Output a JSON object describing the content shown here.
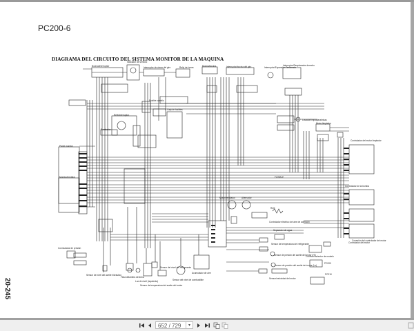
{
  "viewer": {
    "current_page": "652",
    "total_pages": "729",
    "page_indicator": "652 / 729",
    "icons": {
      "first": "first-page-icon",
      "prev": "previous-page-icon",
      "next": "next-page-icon",
      "last": "last-page-icon",
      "copy": "copy-icon",
      "fit": "fit-page-icon",
      "dropdown": "chevron-down-icon"
    }
  },
  "document": {
    "model_header": "PC200-6",
    "title": "DIAGRAMA DEL CIRCUITO DEL SISTEMA MONITOR DE LA MAQUINA",
    "page_number": "20-245",
    "labels": {
      "top_1": "Bocina/Interruptor",
      "top_2": "Indicador de servicio",
      "top_3": "Interruptor de cierre del giro",
      "top_4": "Reloj de horas",
      "top_5": "Bocina/bocina",
      "top_6": "Interruptor/bocina del giro",
      "top_7": "Interruptor/Expansión Tendencia",
      "top_8": "Interruptor/Desplazador derecho",
      "lamp": "Lavador/limpiaparabrisas",
      "wiper_motor": "Motor limpiador",
      "pump_ctrl": "Controlador del motor limpiador",
      "relay_left": "Relé/Interruptor",
      "buzzer": "Zumbador",
      "possible": "Posible cambio",
      "fuse_box": "Caja de fusibles",
      "panel": "Panel monitor",
      "monitor_section": "Monitor/medidor",
      "pump_controller": "Controlador de la bomba",
      "engine_controller": "Controlador del motor",
      "pressure_switch": "Conmutador de presión",
      "fuel_sensor": "Sensor de nivel del aceite hidráulico",
      "float_sensor": "Flota delantera derecha",
      "level_sensor": "Luz de nivel (izquierda)",
      "temp_sensor": "Sensor de temperatura del aceite del motor",
      "oil_level": "Sensor del nivel del refrigerante",
      "fuel_level": "Sensor del nivel de combustible",
      "air_filter": "Acumulador de aire",
      "fan_motor": "Motor/ventilador",
      "alternator": "Alternador",
      "relay": "Relé",
      "air_heater_ctrl": "Controlador eléctrico del aire de admisión",
      "water_detector": "Separador de agua",
      "coolant_temp": "Sensor de temperatura del refrigerante",
      "pressure_front": "Sensor de presión del aceite del motor (Hi)",
      "pressure_rear": "Sensor de presión del aceite del motor (Lo)",
      "engine_speed": "Sensor/velocidad del motor",
      "model_select": "Conector selector de modelo",
      "model_a": "PC200",
      "model_b": "PC210",
      "engine_conn": "Conexión del controlador del motor",
      "fuse_label": "FUSIBLE"
    }
  }
}
